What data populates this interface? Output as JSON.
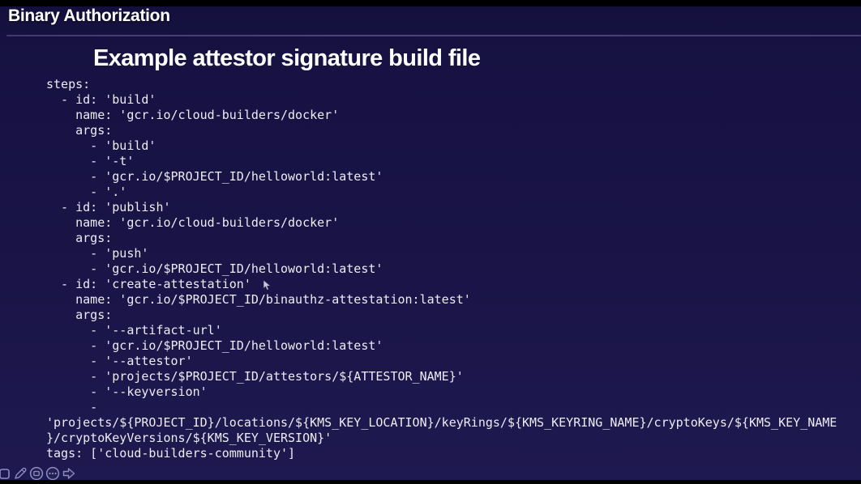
{
  "header": {
    "title": "Binary Authorization"
  },
  "slide": {
    "title": "Example attestor signature build file",
    "code_lines": [
      "steps:",
      "  - id: 'build'",
      "    name: 'gcr.io/cloud-builders/docker'",
      "    args:",
      "      - 'build'",
      "      - '-t'",
      "      - 'gcr.io/$PROJECT_ID/helloworld:latest'",
      "      - '.'",
      "  - id: 'publish'",
      "    name: 'gcr.io/cloud-builders/docker'",
      "    args:",
      "      - 'push'",
      "      - 'gcr.io/$PROJECT_ID/helloworld:latest'",
      "  - id: 'create-attestation'",
      "    name: 'gcr.io/$PROJECT_ID/binauthz-attestation:latest'",
      "    args:",
      "      - '--artifact-url'",
      "      - 'gcr.io/$PROJECT_ID/helloworld:latest'",
      "      - '--attestor'",
      "      - 'projects/$PROJECT_ID/attestors/${ATTESTOR_NAME}'",
      "      - '--keyversion'",
      "      -",
      "'projects/${PROJECT_ID}/locations/${KMS_KEY_LOCATION}/keyRings/${KMS_KEYRING_NAME}/cryptoKeys/${KMS_KEY_NAME",
      "}/cryptoKeyVersions/${KMS_KEY_VERSION}'",
      "tags: ['cloud-builders-community']"
    ]
  },
  "toolbar": {
    "icons": [
      "square-tool-icon",
      "pencil-icon",
      "slide-card-icon",
      "more-options-icon",
      "next-arrow-icon"
    ]
  },
  "cursor": {
    "icon": "arrow-pointer-icon"
  },
  "colors": {
    "background_top": "#14103c",
    "background_bottom": "#1e1950",
    "letterbox": "#000000",
    "divider": "#4a4478",
    "heading_text": "#ffffff",
    "code_text": "#edecf4",
    "tool_outline": "#8f8cc2"
  }
}
